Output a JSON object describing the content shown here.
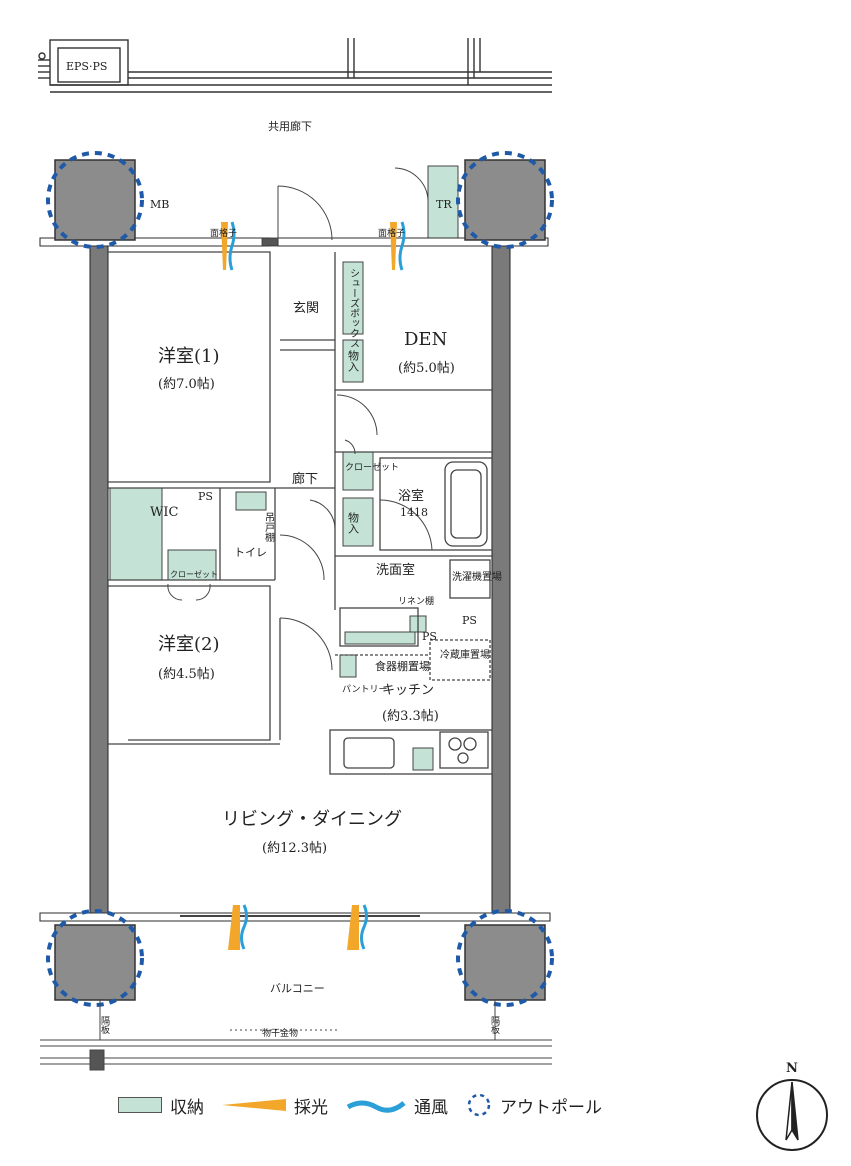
{
  "rooms": {
    "eps": "EPS·PS",
    "corridor_common": "共用廊下",
    "mb": "MB",
    "tr": "TR",
    "lattice_left": "面格子",
    "lattice_right": "面格子",
    "entrance": "玄関",
    "shoebox": "シューズボックス",
    "storage1": "物入",
    "storage2": "物入",
    "western1": "洋室(1)",
    "western1_size": "(約7.0帖)",
    "den": "DEN",
    "den_size": "(約5.0帖)",
    "hallway": "廊下",
    "closet": "クローゼット",
    "bath": "浴室",
    "bath_size": "1418",
    "wic": "WIC",
    "ps1": "PS",
    "hanging_shelf": "吊戸棚",
    "toilet": "トイレ",
    "closet2": "クローゼット",
    "washroom": "洗面室",
    "washer": "洗濯機置場",
    "linen": "リネン棚",
    "ps2": "PS",
    "ps3": "PS",
    "western2": "洋室(2)",
    "western2_size": "(約4.5帖)",
    "dish_shelf": "食器棚置場",
    "fridge": "冷蔵庫置場",
    "pantry": "パントリー",
    "kitchen": "キッチン",
    "kitchen_size": "(約3.3帖)",
    "living": "リビング・ダイニング",
    "living_size": "(約12.3帖)",
    "balcony": "バルコニー",
    "partition_left": "隔板",
    "partition_right": "隔板",
    "laundry_hardware": "物干金物"
  },
  "legend": {
    "storage": "収納",
    "light": "採光",
    "wind": "通風",
    "outpole": "アウトポール"
  },
  "compass": {
    "north": "N"
  },
  "colors": {
    "storage": "#c4e3d6",
    "light": "#f2a72a",
    "wind": "#2a9fd8",
    "outpole": "#1e5aa8",
    "column": "#8c8c8c",
    "wall": "#3a3a3a"
  }
}
